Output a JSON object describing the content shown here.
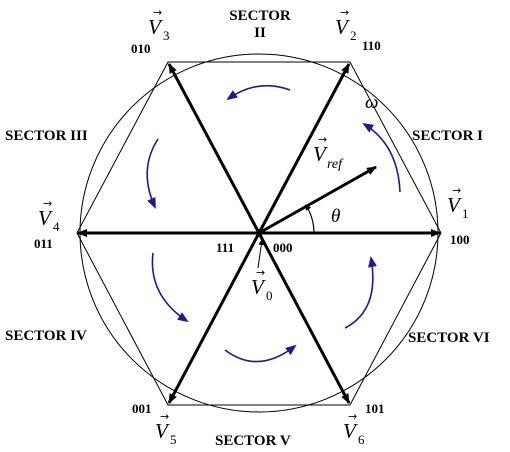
{
  "sectors": {
    "s1": "SECTOR I",
    "s2_line1": "SECTOR",
    "s2_line2": "II",
    "s3": "SECTOR III",
    "s4": "SECTOR IV",
    "s5": "SECTOR V",
    "s6": "SECTOR VI"
  },
  "vectors": {
    "v1": {
      "symbol": "V",
      "sub": "1",
      "code": "100"
    },
    "v2": {
      "symbol": "V",
      "sub": "2",
      "code": "110"
    },
    "v3": {
      "symbol": "V",
      "sub": "3",
      "code": "010"
    },
    "v4": {
      "symbol": "V",
      "sub": "4",
      "code": "011"
    },
    "v5": {
      "symbol": "V",
      "sub": "5",
      "code": "001"
    },
    "v6": {
      "symbol": "V",
      "sub": "6",
      "code": "101"
    },
    "v0": {
      "symbol": "V",
      "sub": "0"
    },
    "vref": {
      "symbol": "V",
      "sub": "ref"
    }
  },
  "zero_codes": {
    "z111": "111",
    "z000": "000"
  },
  "symbols": {
    "omega": "ω",
    "theta": "θ",
    "vector_arrow": "→"
  },
  "colors": {
    "line": "#000000",
    "rotation_arrow": "#1c1c8c"
  }
}
